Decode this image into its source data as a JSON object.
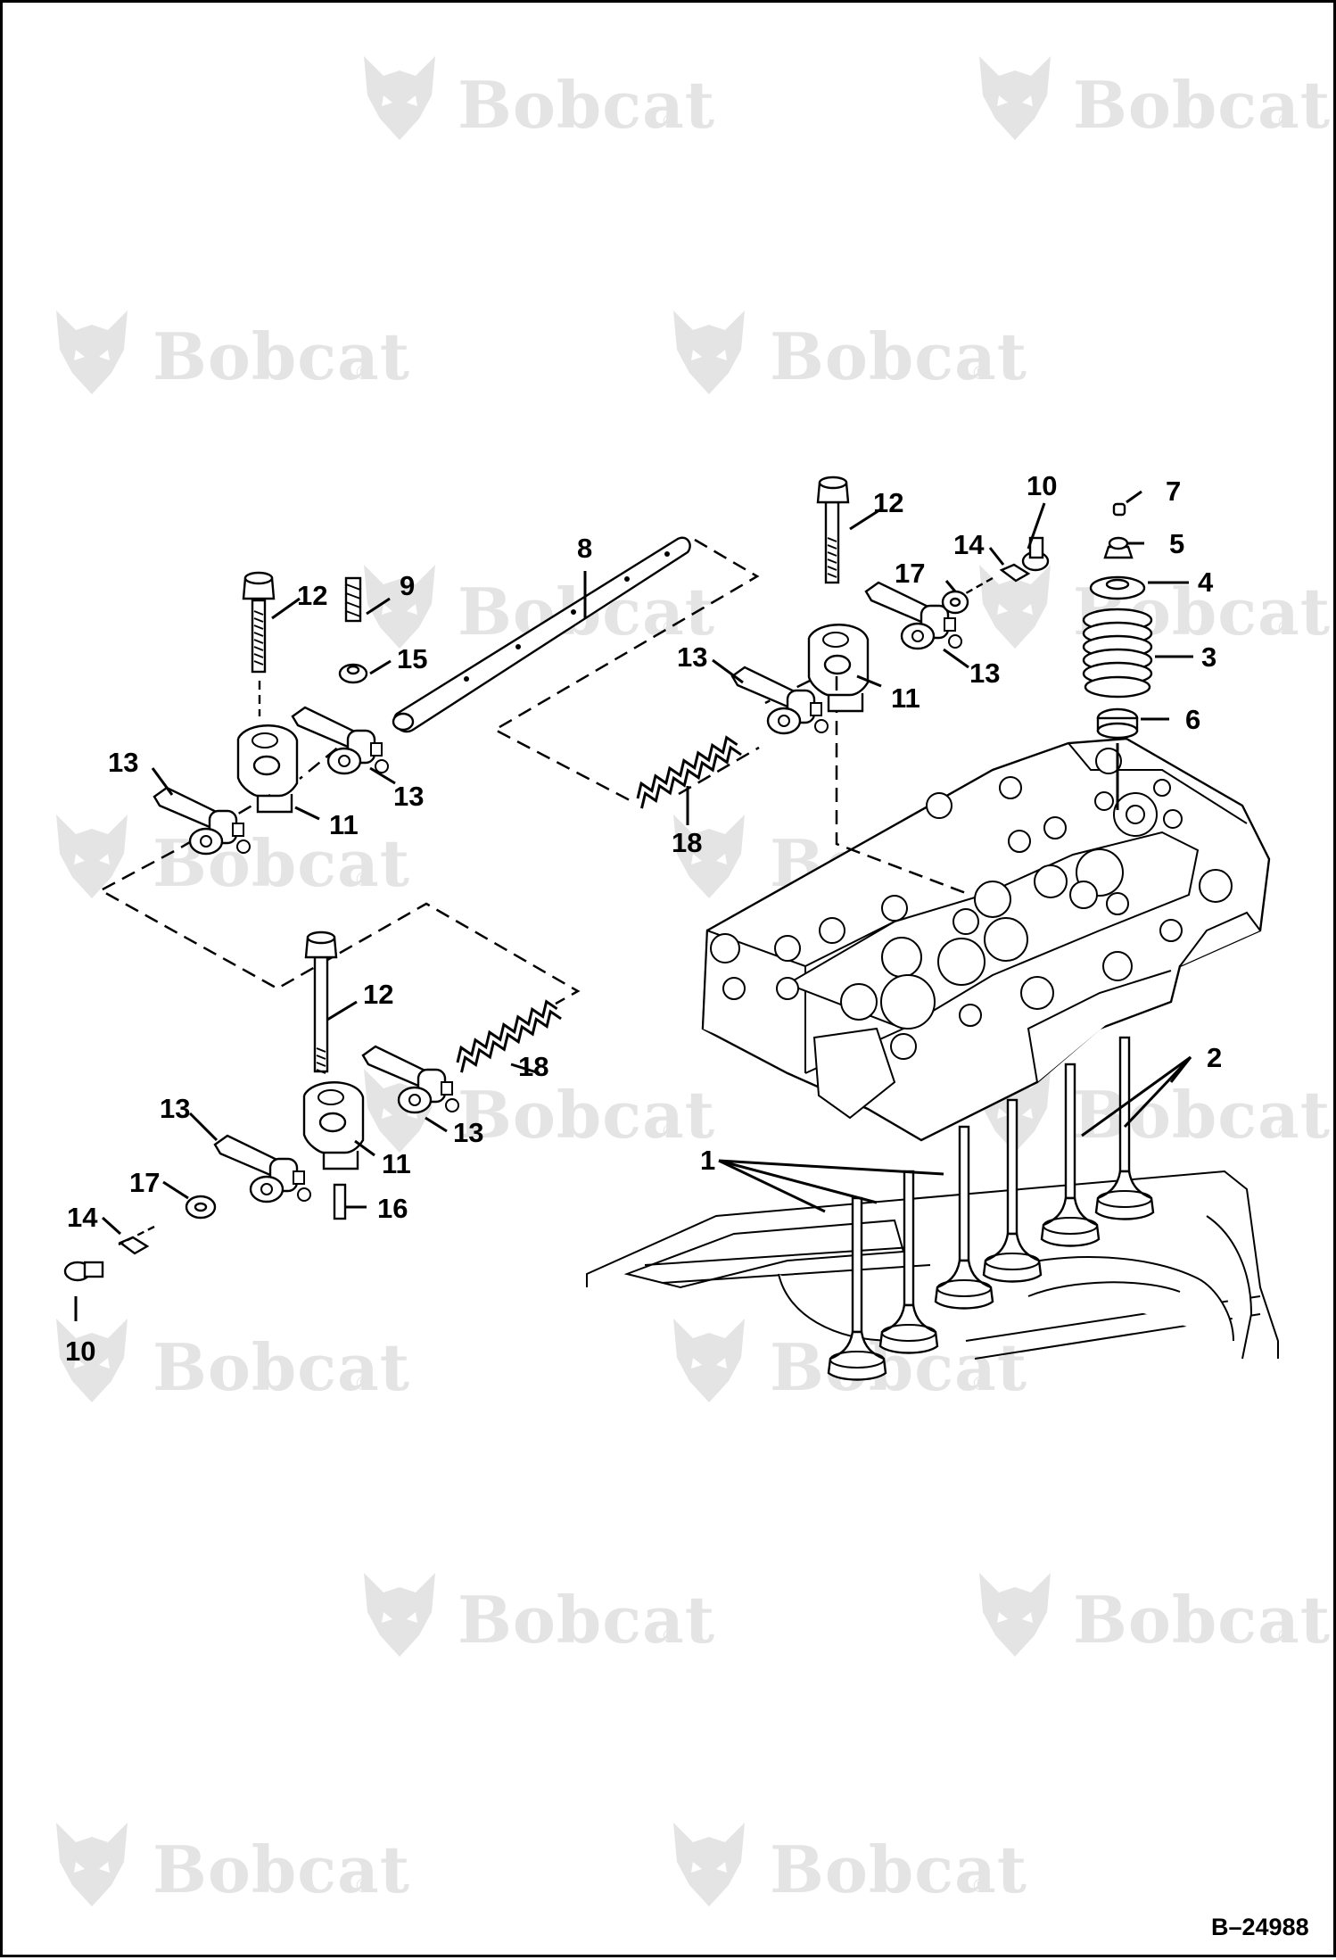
{
  "watermark": {
    "brand": "Bobcat",
    "reg": "®"
  },
  "reference": "B–24988",
  "callouts": {
    "c1": "1",
    "c2": "2",
    "c3": "3",
    "c4": "4",
    "c5": "5",
    "c6": "6",
    "c7": "7",
    "c8": "8",
    "c9": "9",
    "c10": "10",
    "c11": "11",
    "c12": "12",
    "c13": "13",
    "c14": "14",
    "c15": "15",
    "c16": "16",
    "c17": "17",
    "c18": "18"
  },
  "colors": {
    "ink": "#000000",
    "watermark": "#e4e4e4",
    "paper": "#ffffff"
  }
}
